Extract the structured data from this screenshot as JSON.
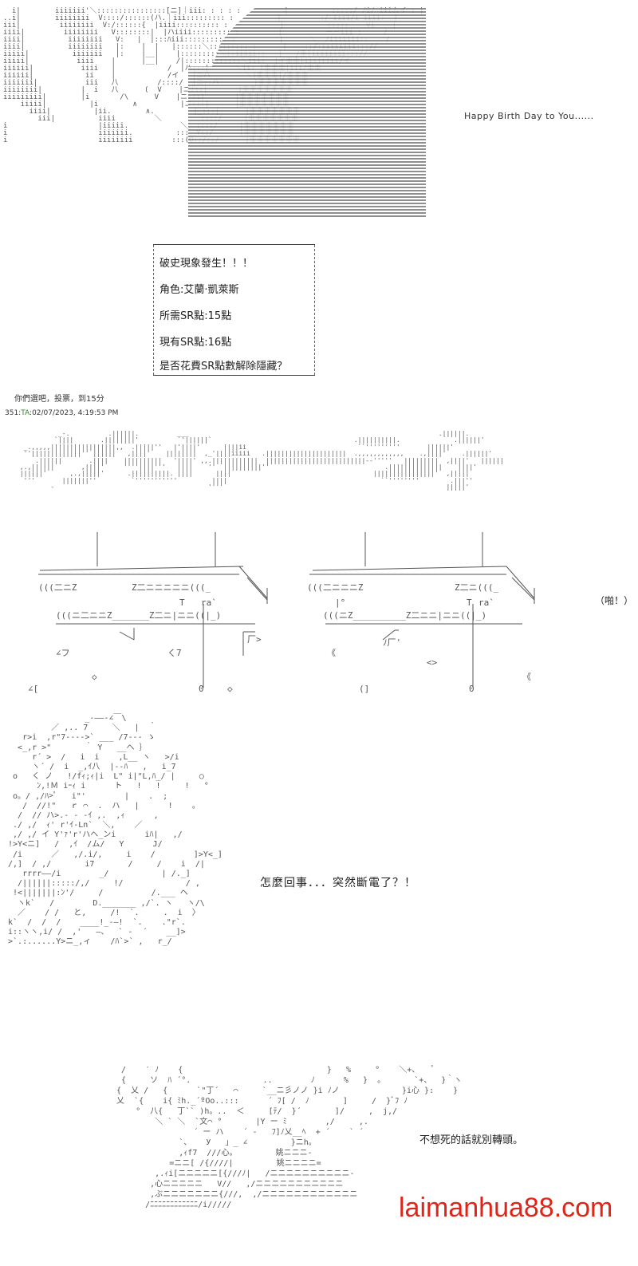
{
  "caption_birthday": "Happy Birth Day to You......",
  "event_box": {
    "lines": [
      "破史現象發生！！！",
      "角色:艾蘭·凱萊斯",
      "所需SR點:15點",
      "現有SR點:16點",
      "是否花費SR點數解除隱藏？"
    ]
  },
  "vote_note": "你們選吧，投票，到15分",
  "post_meta": {
    "number": "351:",
    "name": "TA",
    "timestamp": ":02/07/2023, 4:19:53 PM"
  },
  "sfx_clap": "（啪！）",
  "dialog_1": "怎麼回事．．．突然斷電了？！",
  "dialog_2": "不想死的話就別轉頭。",
  "watermark": "laimanhua88.com"
}
